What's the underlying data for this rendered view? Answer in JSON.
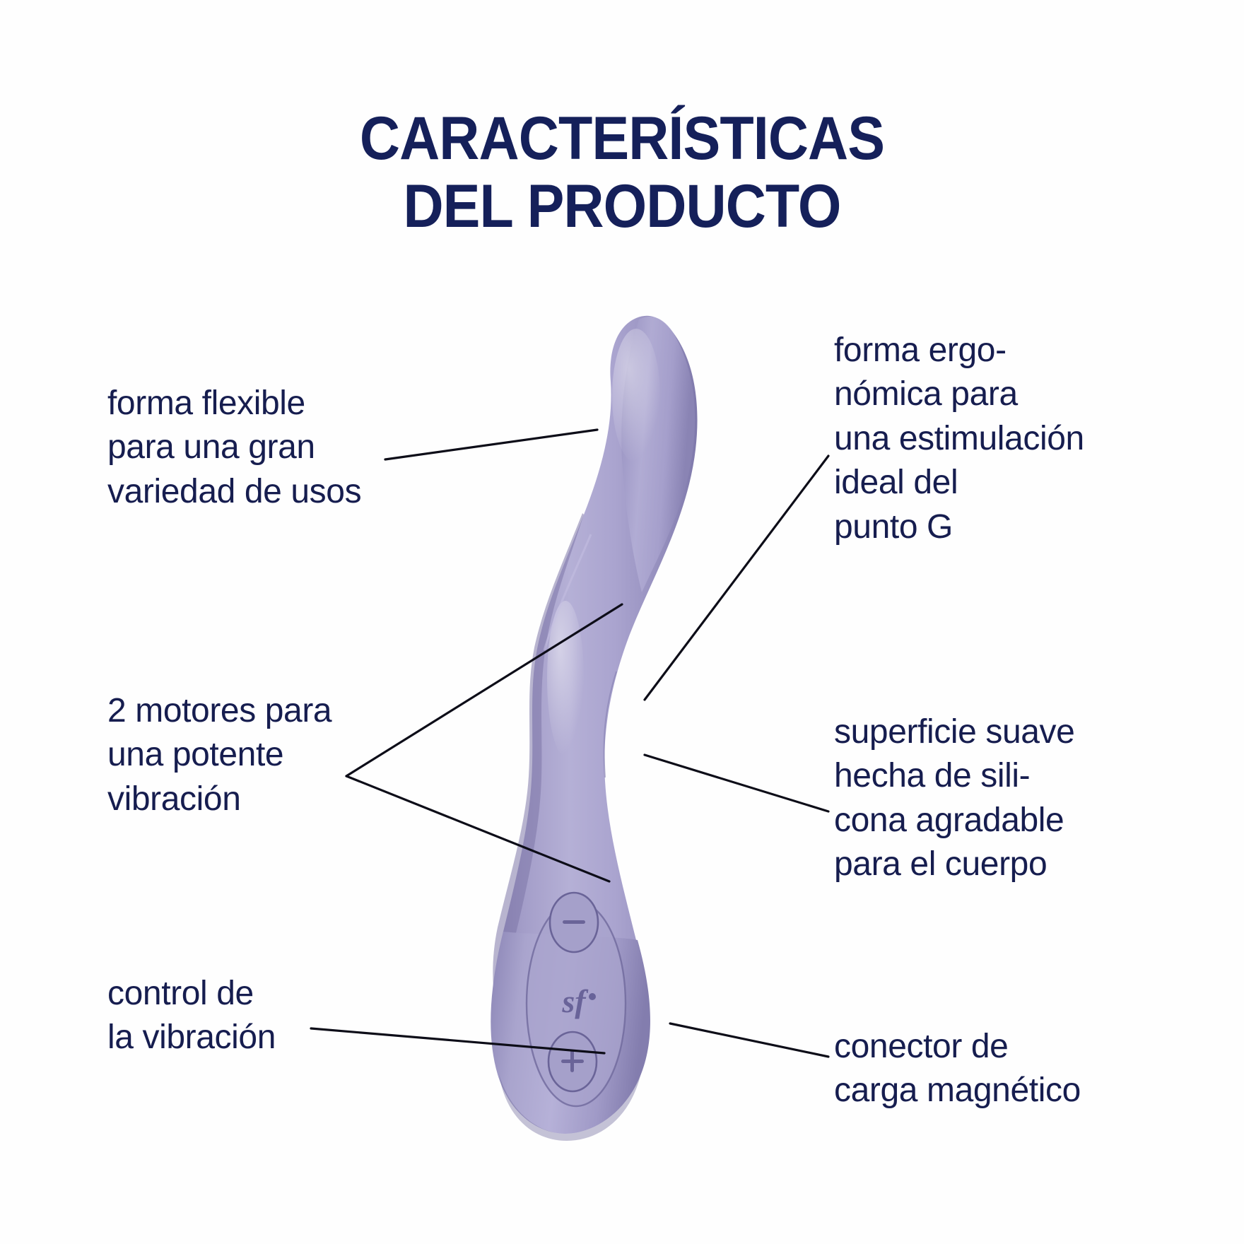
{
  "page": {
    "background_color": "#fefefe",
    "text_color": "#161d4f",
    "product_color": "#a9a4cd",
    "leader_line_color": "#0d0d18"
  },
  "title": {
    "line1": "CARACTERÍSTICAS",
    "line2": "DEL PRODUCTO",
    "color": "#15205a"
  },
  "callouts": {
    "flexible": {
      "text": "forma flexible\npara una gran\nvariedad de usos",
      "side": "left"
    },
    "motores": {
      "text": "2 motores para\nuna potente\nvibración",
      "side": "left"
    },
    "control": {
      "text": "control de\nla vibración",
      "side": "left"
    },
    "ergonomica": {
      "text": "forma ergo-\nnómica para\nuna estimulación\nideal del\npunto G",
      "side": "right"
    },
    "superficie": {
      "text": "superficie suave\nhecha de sili-\ncona agradable\npara el cuerpo",
      "side": "right"
    },
    "conector": {
      "text": "conector de\ncarga magnético",
      "side": "right"
    }
  },
  "product": {
    "name": "g-spot-vibrator",
    "body_color": "#a9a4cd",
    "controls": [
      {
        "name": "minus-button",
        "glyph": "–"
      },
      {
        "name": "brand-logo",
        "glyph": "sf"
      },
      {
        "name": "plus-button",
        "glyph": "+"
      }
    ]
  }
}
